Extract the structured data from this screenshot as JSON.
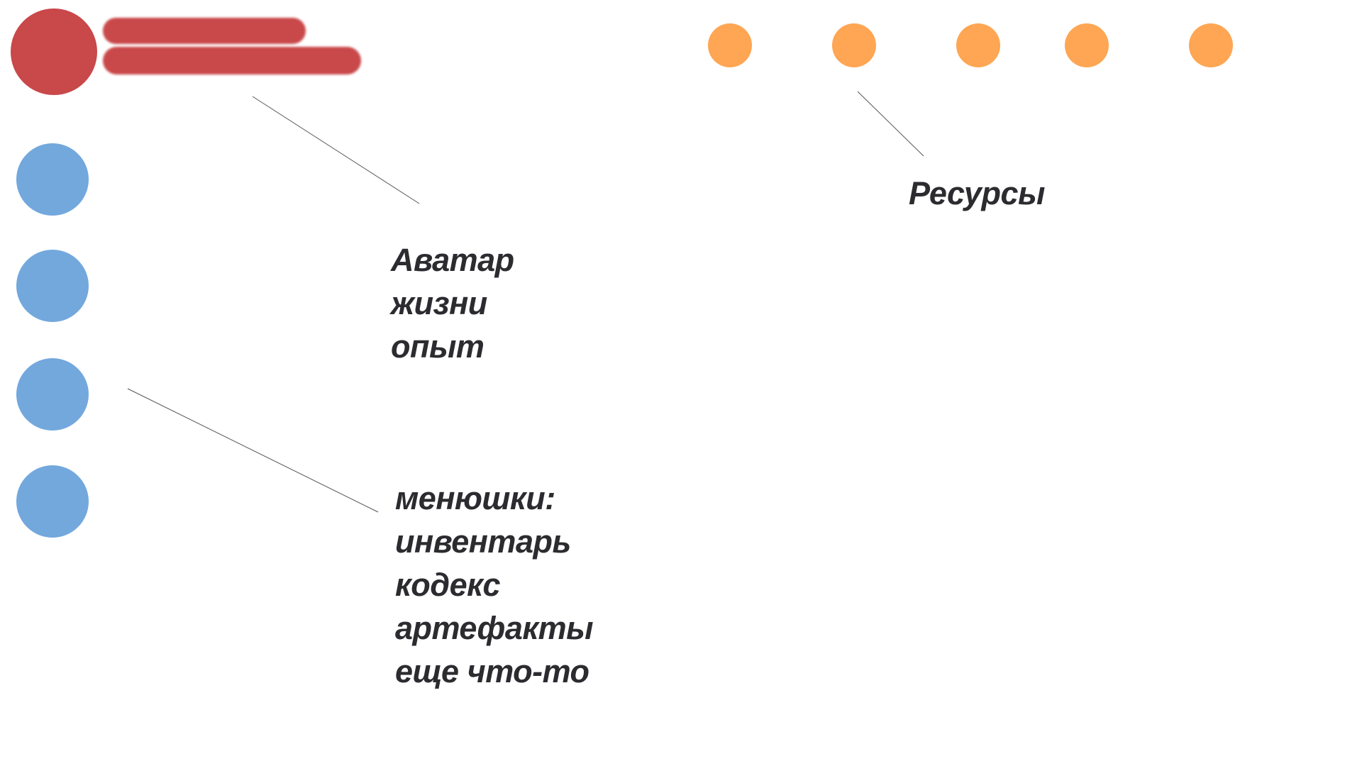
{
  "hud": {
    "avatar_note": {
      "lines": [
        "Аватар",
        "жизни",
        "опыт"
      ]
    },
    "resources_note": {
      "label": "Ресурсы"
    },
    "menus_note": {
      "lines": [
        "менюшки:",
        "инвентарь",
        "кодекс",
        "артефакты",
        "еще что-то"
      ]
    },
    "colors": {
      "avatar": "#c9484a",
      "menu": "#73a8dd",
      "resource": "#fea653",
      "text": "#2b2b30"
    },
    "menu_button_count": 4,
    "resource_slot_count": 5
  }
}
